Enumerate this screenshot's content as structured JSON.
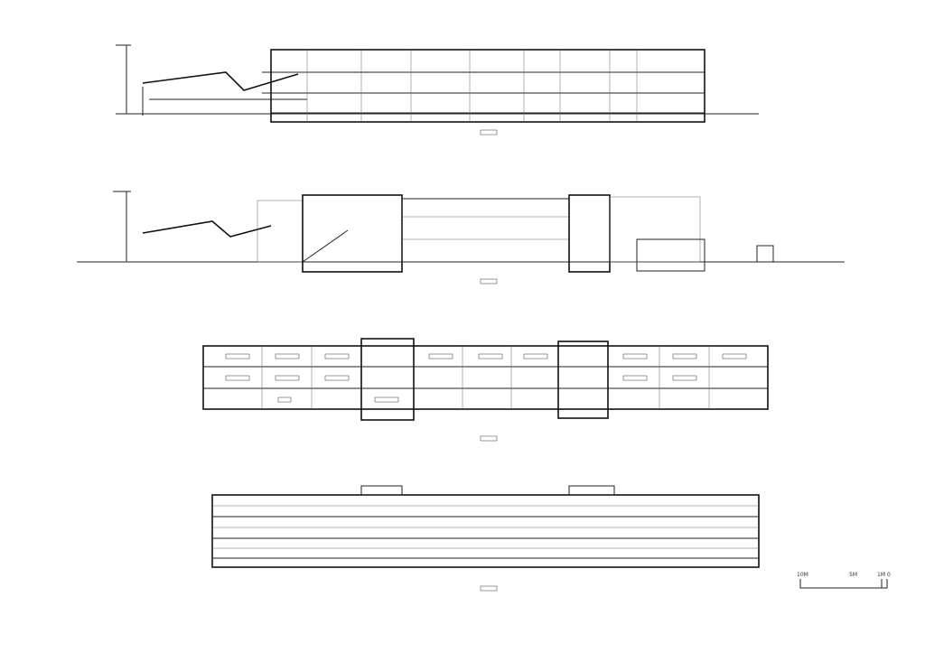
{
  "drawing": {
    "sections_count": 4,
    "line_color": "#222222",
    "background": "#ffffff"
  },
  "scale_bar": {
    "labels": [
      "10M",
      "5M",
      "1M",
      "0"
    ]
  }
}
